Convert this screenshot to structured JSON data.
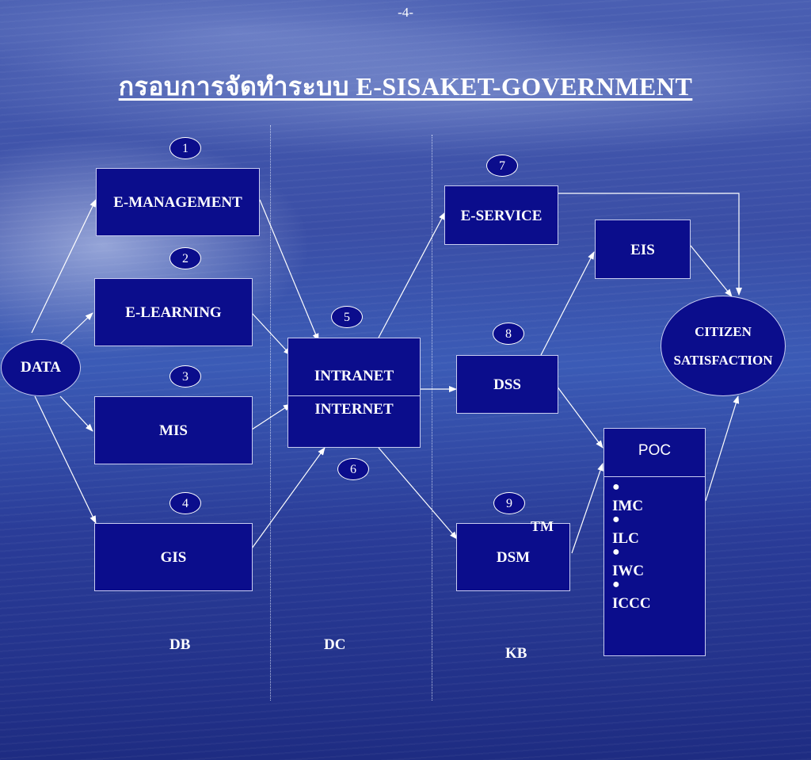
{
  "page_number": "-4-",
  "title": "กรอบการจัดทำระบบ  E-SISAKET-GOVERNMENT",
  "nodes": {
    "data": "DATA",
    "e_management": "E-MANAGEMENT",
    "e_learning": "E-LEARNING",
    "mis": "MIS",
    "gis": "GIS",
    "intranet": "INTRANET",
    "internet": "INTERNET",
    "e_service": "E-SERVICE",
    "dss": "DSS",
    "dsm": "DSM",
    "eis": "EIS",
    "poc": "POC",
    "citizen_line1": "CITIZEN",
    "citizen_line2": "SATISFACTION"
  },
  "poc_items": [
    "IMC",
    "ILC",
    "IWC",
    "ICCC"
  ],
  "numbers": [
    "1",
    "2",
    "3",
    "4",
    "5",
    "6",
    "7",
    "8",
    "9"
  ],
  "tm_label": "TM",
  "zones": {
    "db": "DB",
    "dc": "DC",
    "kb": "KB"
  },
  "colors": {
    "box_fill": "#0b0d8c",
    "arrow": "#ffffff",
    "text": "#ffffff"
  }
}
